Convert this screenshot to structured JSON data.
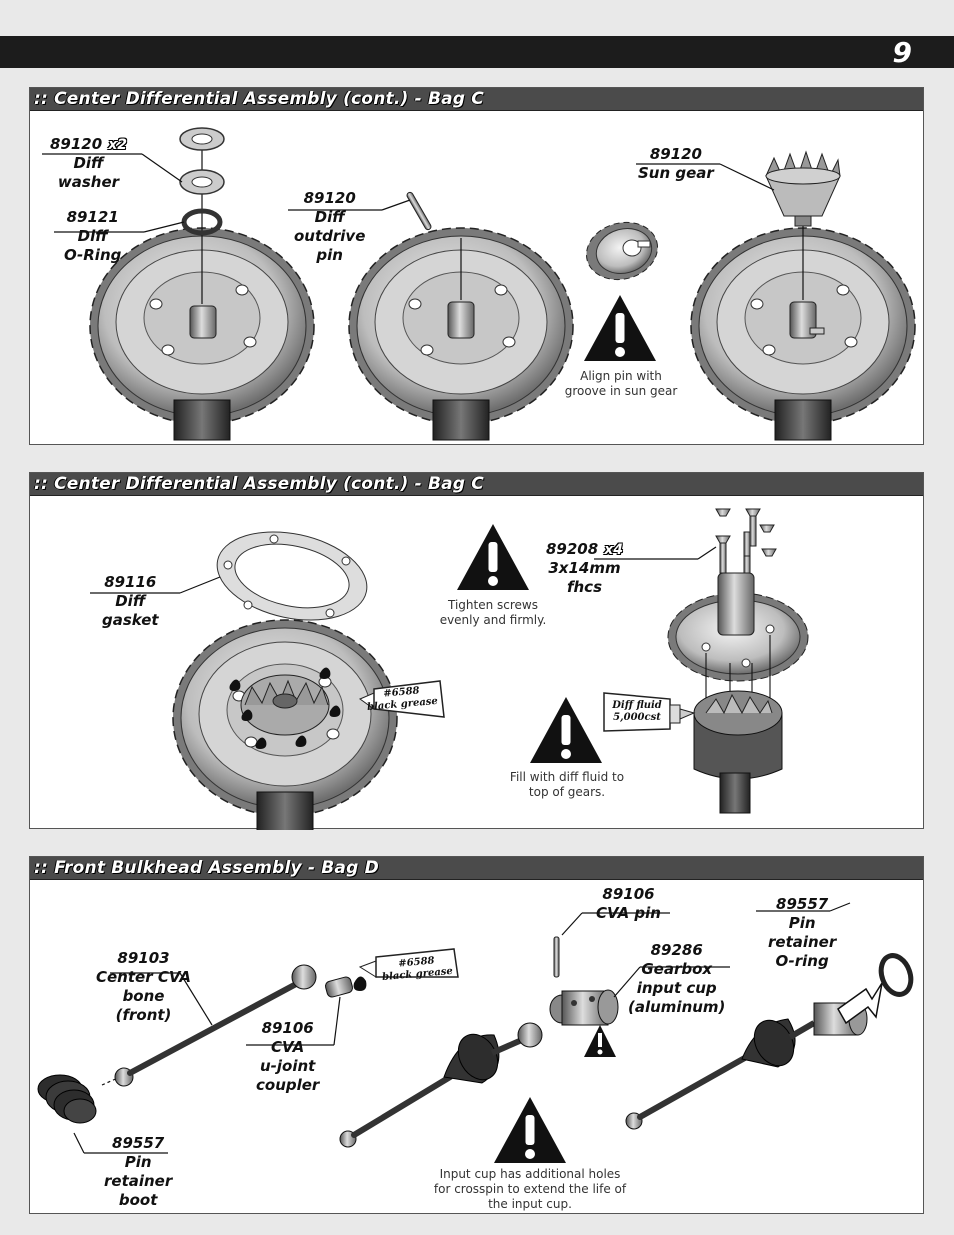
{
  "page_number": "9",
  "sections": [
    {
      "title": ":: Center Differential Assembly  (cont.) - Bag C",
      "parts": {
        "washer": {
          "number": "89120",
          "qty": "x2",
          "name_line1": "Diff",
          "name_line2": "washer"
        },
        "oring": {
          "number": "89121",
          "name_line1": "Diff",
          "name_line2": "O-Ring"
        },
        "outdrive_pin": {
          "number": "89120",
          "name_line1": "Diff",
          "name_line2": "outdrive",
          "name_line3": "pin"
        },
        "sun_gear": {
          "number": "89120",
          "name_line1": "Sun gear"
        }
      },
      "note_line1": "Align pin with",
      "note_line2": "groove in sun gear"
    },
    {
      "title": ":: Center Differential Assembly  (cont.) - Bag C",
      "parts": {
        "gasket": {
          "number": "89116",
          "name_line1": "Diff",
          "name_line2": "gasket"
        },
        "screws": {
          "number": "89208",
          "qty": "x4",
          "name_line1": "3x14mm",
          "name_line2": "fhcs"
        }
      },
      "grease_line1": "#6588",
      "grease_line2": "black grease",
      "fluid_line1": "Diff fluid",
      "fluid_line2": "5,000cst",
      "note1_line1": "Tighten screws",
      "note1_line2": "evenly and firmly.",
      "note2_line1": "Fill with diff fluid to",
      "note2_line2": "top of gears."
    },
    {
      "title": ":: Front Bulkhead Assembly - Bag D",
      "parts": {
        "cva_bone": {
          "number": "89103",
          "name_line1": "Center CVA",
          "name_line2": "bone",
          "name_line3": "(front)"
        },
        "coupler": {
          "number": "89106",
          "name_line1": "CVA",
          "name_line2": "u-joint",
          "name_line3": "coupler"
        },
        "boot": {
          "number": "89557",
          "name_line1": "Pin",
          "name_line2": "retainer",
          "name_line3": "boot"
        },
        "cva_pin": {
          "number": "89106",
          "name_line1": "CVA pin"
        },
        "input_cup": {
          "number": "89286",
          "name_line1": "Gearbox",
          "name_line2": "input cup",
          "name_line3": "(aluminum)"
        },
        "pin_oring": {
          "number": "89557",
          "name_line1": "Pin",
          "name_line2": "retainer",
          "name_line3": "O-ring"
        }
      },
      "grease_line1": "#6588",
      "grease_line2": "black grease",
      "note_line1": "Input cup has additional holes",
      "note_line2": "for crosspin to extend the life of",
      "note_line3": "the input cup."
    }
  ]
}
